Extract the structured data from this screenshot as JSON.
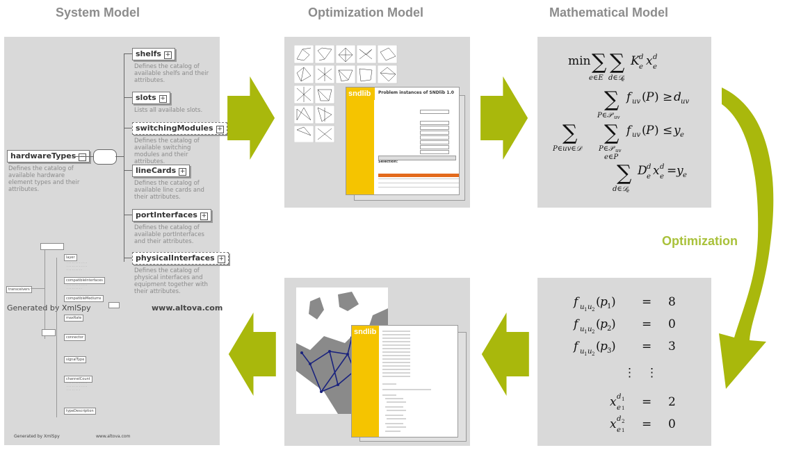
{
  "titles": {
    "system": "System Model",
    "optimization": "Optimization Model",
    "mathematical": "Mathematical Model"
  },
  "system_model": {
    "root": "hardwareTypes",
    "root_desc": "Defines the catalog of available hardware element types and their attributes.",
    "children": [
      {
        "name": "shelfs",
        "desc": "Defines the catalog of available shelfs and their attributes."
      },
      {
        "name": "slots",
        "desc": "Lists all available slots."
      },
      {
        "name": "switchingModules",
        "desc": "Defines the catalog of available switching modules and their attributes."
      },
      {
        "name": "lineCards",
        "desc": "Defines the catalog of available line cards and their attributes."
      },
      {
        "name": "portInterfaces",
        "desc": "Defines the catalog of available portInterfaces and their attributes."
      },
      {
        "name": "physicalInterfaces",
        "desc": "Defines the catalog of physical interfaces and equipment together with their attributes."
      }
    ],
    "generated_left": "Generated by XmlSpy",
    "generated_right": "www.altova.com",
    "footer_left": "Generated by XmlSpy",
    "footer_right": "www.altova.com",
    "sub_nodes": [
      "transceivers",
      "layer",
      "compatibleInterfaces",
      "compatibleMediums",
      "maxRate",
      "connector",
      "signalType",
      "channelCount",
      "typeDescription"
    ]
  },
  "optimization_model": {
    "logo": "sndlib",
    "heading": "Problem instances of SNDlib 1.0",
    "selection": "Selection:"
  },
  "mathematical_model": {
    "optimization_label": "Optimization"
  },
  "solution": {
    "rows": [
      {
        "lhs": "f_{u1u2}(p1)",
        "rhs": "8"
      },
      {
        "lhs": "f_{u1u2}(p2)",
        "rhs": "0"
      },
      {
        "lhs": "f_{u1u2}(p3)",
        "rhs": "3"
      },
      {
        "lhs": "x^{d1}_{e1}",
        "rhs": "2"
      },
      {
        "lhs": "x^{d2}_{e1}",
        "rhs": "0"
      }
    ]
  },
  "colors": {
    "arrow": "#a9b80c",
    "panel": "#d9d9d9",
    "title": "#8c8c8c",
    "optimization_text": "#a9c13a",
    "sndlib_yellow": "#f5c400"
  }
}
